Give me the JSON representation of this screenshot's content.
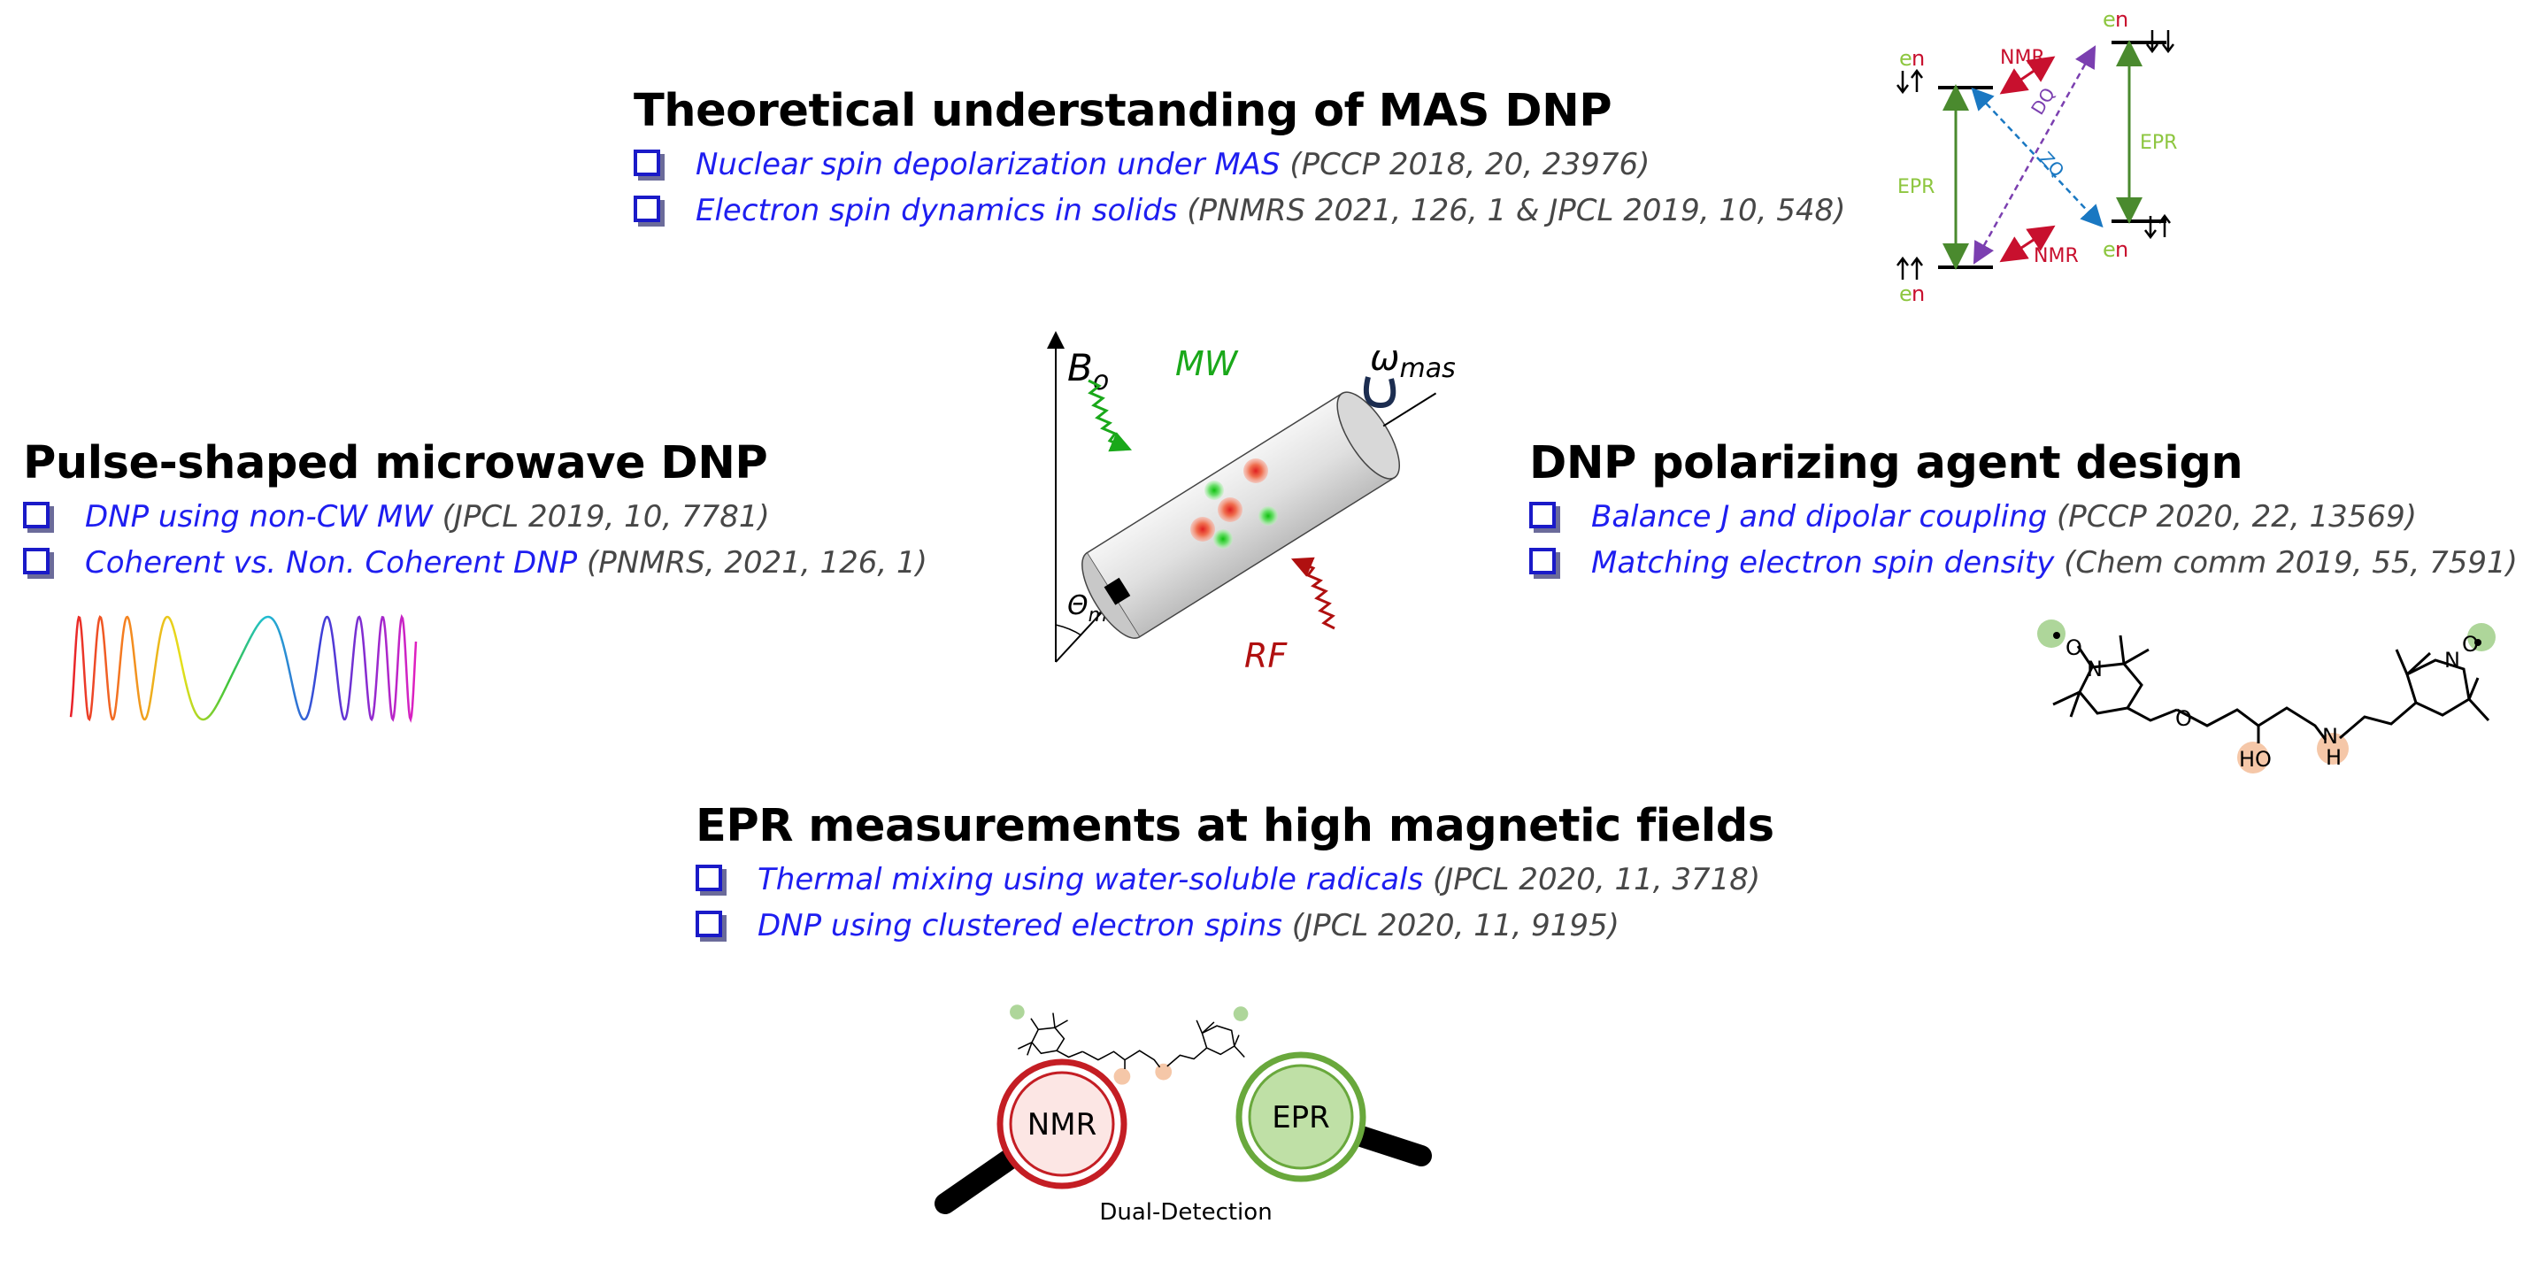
{
  "sections": [
    {
      "heading": "Theoretical understanding of MAS DNP",
      "items": [
        {
          "topic": "Nuclear spin depolarization under MAS",
          "ref": " (PCCP 2018, 20, 23976)"
        },
        {
          "topic": "Electron spin dynamics in solids",
          "ref": " (PNMRS 2021, 126, 1 & JPCL 2019, 10, 548)"
        }
      ]
    },
    {
      "heading": "Pulse-shaped microwave DNP",
      "items": [
        {
          "topic": "DNP using non-CW MW",
          "ref": " (JPCL 2019, 10, 7781)"
        },
        {
          "topic": "Coherent vs. Non. Coherent DNP",
          "ref": " (PNMRS, 2021, 126, 1)"
        }
      ]
    },
    {
      "heading": "DNP polarizing agent design",
      "items": [
        {
          "topic": "Balance J and dipolar coupling",
          "ref": " (PCCP 2020, 22, 13569)"
        },
        {
          "topic": "Matching electron spin density",
          "ref": " (Chem comm 2019, 55, 7591)"
        }
      ]
    },
    {
      "heading": "EPR measurements at high magnetic fields",
      "items": [
        {
          "topic": "Thermal mixing using water-soluble radicals",
          "ref": " (JPCL 2020, 11, 3718)"
        },
        {
          "topic": "DNP using clustered electron spins",
          "ref": " (JPCL 2020, 11, 9195)"
        }
      ]
    }
  ],
  "energy_diagram": {
    "level_label_e": "e",
    "level_label_n": "n",
    "transitions": {
      "epr": "EPR",
      "nmr": "NMR",
      "dq": "DQ",
      "zq": "ZQ"
    }
  },
  "mas_diagram": {
    "field_label": "B",
    "field_sub": "o",
    "spin_label": "ω",
    "spin_sub": "mas",
    "mw_label": "MW",
    "rf_label": "RF",
    "angle_label": "Θ",
    "angle_sub": "m"
  },
  "molecule": {
    "atom_n": "N",
    "atom_o": "O",
    "ho": "HO",
    "h": "H"
  },
  "detection": {
    "nmr_label": "NMR",
    "epr_label": "EPR",
    "caption": "Dual-Detection"
  },
  "colors": {
    "topic": "#1e1ef0",
    "ref": "#474747",
    "epr_arrow": "#4a8a2e",
    "epr_text": "#8dc63f",
    "nmr": "#c8102e",
    "dq": "#7b3fb0",
    "zq": "#1a78c2",
    "mw": "#1aa81a",
    "rf": "#b01010"
  }
}
